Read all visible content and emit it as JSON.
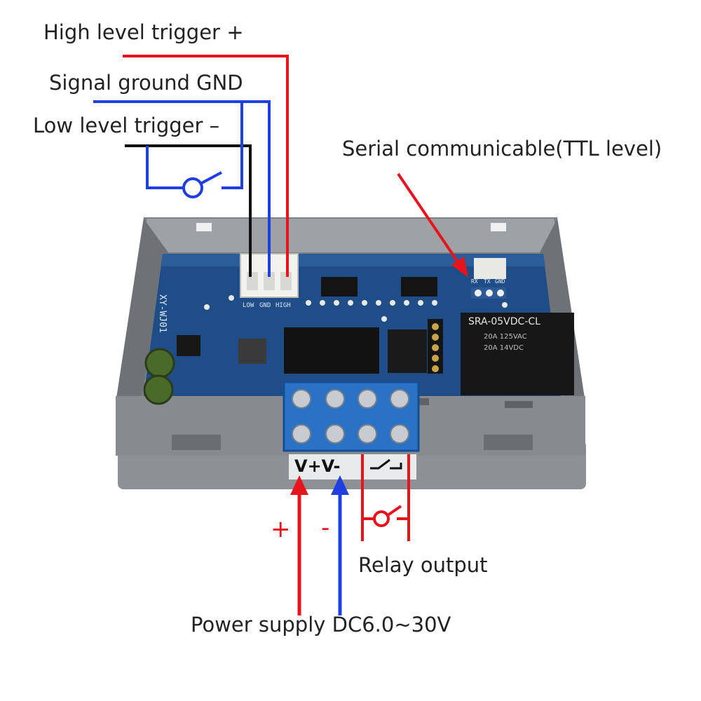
{
  "labels": {
    "high_trigger": "High level trigger +",
    "signal_ground": "Signal ground GND",
    "low_trigger": "Low level trigger –",
    "serial": "Serial communicable(TTL level)",
    "relay_output": "Relay output",
    "power_supply": "Power supply DC6.0~30V",
    "plus_sign": "+",
    "minus_sign": "-"
  },
  "board": {
    "model": "XY-WJ01",
    "connector_pins": [
      "LOW",
      "GND",
      "HIGH"
    ],
    "serial_pins": [
      "RX",
      "TX",
      "GND"
    ],
    "relay_model": "SRA-05VDC-CL",
    "relay_rating_1": "20A 125VAC",
    "relay_rating_2": "20A 14VDC",
    "terminal_label": "V+V-"
  },
  "colors": {
    "high_wire": "#e8141b",
    "gnd_wire": "#1f3fe0",
    "low_wire": "#111111",
    "case": "#8a8d91",
    "pcb": "#1f4f8c",
    "terminal": "#2a73c8"
  }
}
